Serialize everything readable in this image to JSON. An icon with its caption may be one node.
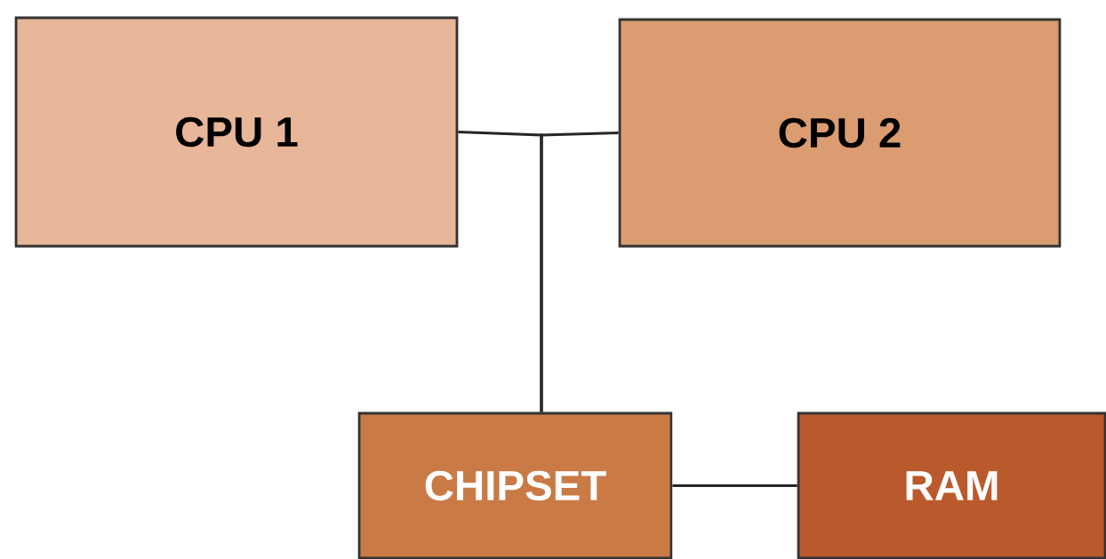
{
  "diagram": {
    "nodes": [
      {
        "text": [
          "CPU 1"
        ]
      },
      {
        "text": [
          "CPU 2"
        ]
      },
      {
        "text": [
          "CHIPSET"
        ]
      },
      {
        "text": [
          "RAM"
        ]
      }
    ],
    "edges": [
      {
        "from": 0,
        "to": 2,
        "arrow": "none"
      },
      {
        "from": 1,
        "to": 2,
        "arrow": "none"
      },
      {
        "from": 2,
        "to": 3,
        "arrow": "none"
      }
    ]
  }
}
